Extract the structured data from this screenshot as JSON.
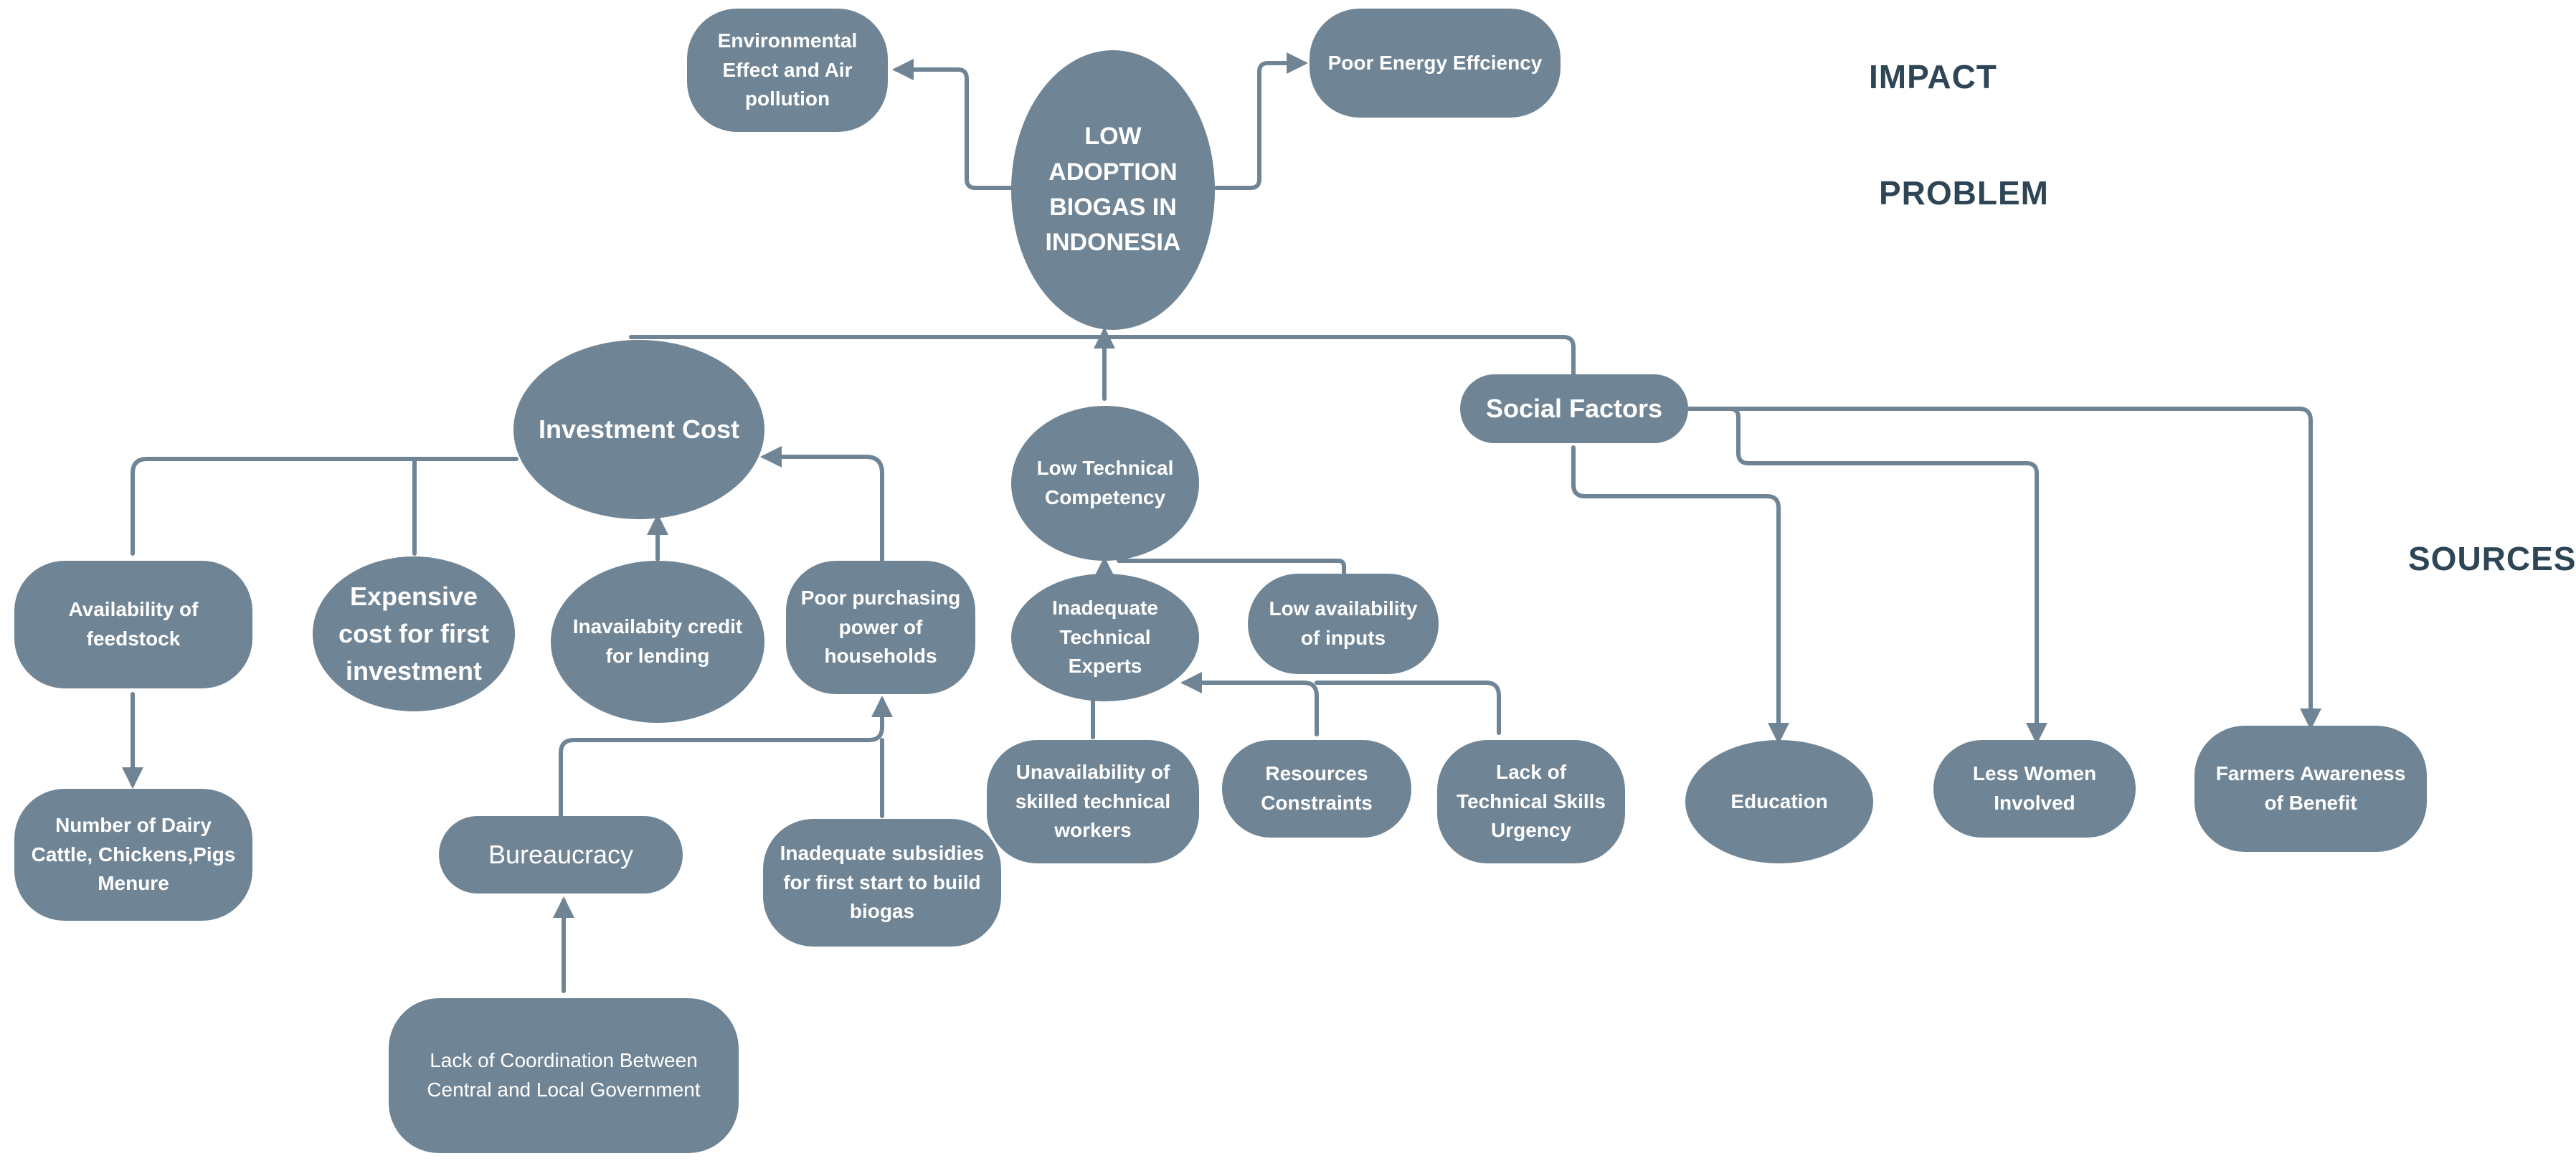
{
  "tiers": {
    "impact": "IMPACT",
    "problem": "PROBLEM",
    "sources": "SOURCES"
  },
  "nodes": {
    "environmental_effect": "Environmental\nEffect and Air\npollution",
    "poor_energy": "Poor Energy Effciency",
    "low_adoption": "LOW\nADOPTION\nBIOGAS IN\nINDONESIA",
    "investment_cost": "Investment Cost",
    "low_technical": "Low Technical\nCompetency",
    "social_factors": "Social Factors",
    "availability_feedstock": "Availability of\nfeedstock",
    "expensive_cost": "Expensive\ncost for first\ninvestment",
    "inavailability_credit": "Inavailabity credit\nfor lending",
    "poor_purchasing": "Poor purchasing\npower of\nhouseholds",
    "inadequate_experts": "Inadequate\nTechnical\nExperts",
    "low_availability_inputs": "Low availability\nof inputs",
    "number_dairy": "Number of Dairy\nCattle, Chickens,Pigs\nMenure",
    "bureaucracy": "Bureaucracy",
    "inadequate_subsidies": "Inadequate subsidies\nfor first start to build\nbiogas",
    "lack_coordination": "Lack of Coordination Between\nCentral and Local Government",
    "unavailability_workers": "Unavailability of\nskilled technical\nworkers",
    "resources_constraints": "Resources\nConstraints",
    "lack_skills": "Lack of\nTechnical Skills\nUrgency",
    "education": "Education",
    "less_women": "Less Women\nInvolved",
    "farmers_awareness": "Farmers Awareness\nof Benefit"
  },
  "colors": {
    "node_fill": "#6f8494",
    "connector": "#6f8494",
    "node_text": "#ffffff",
    "tier_text": "#2e4556"
  }
}
